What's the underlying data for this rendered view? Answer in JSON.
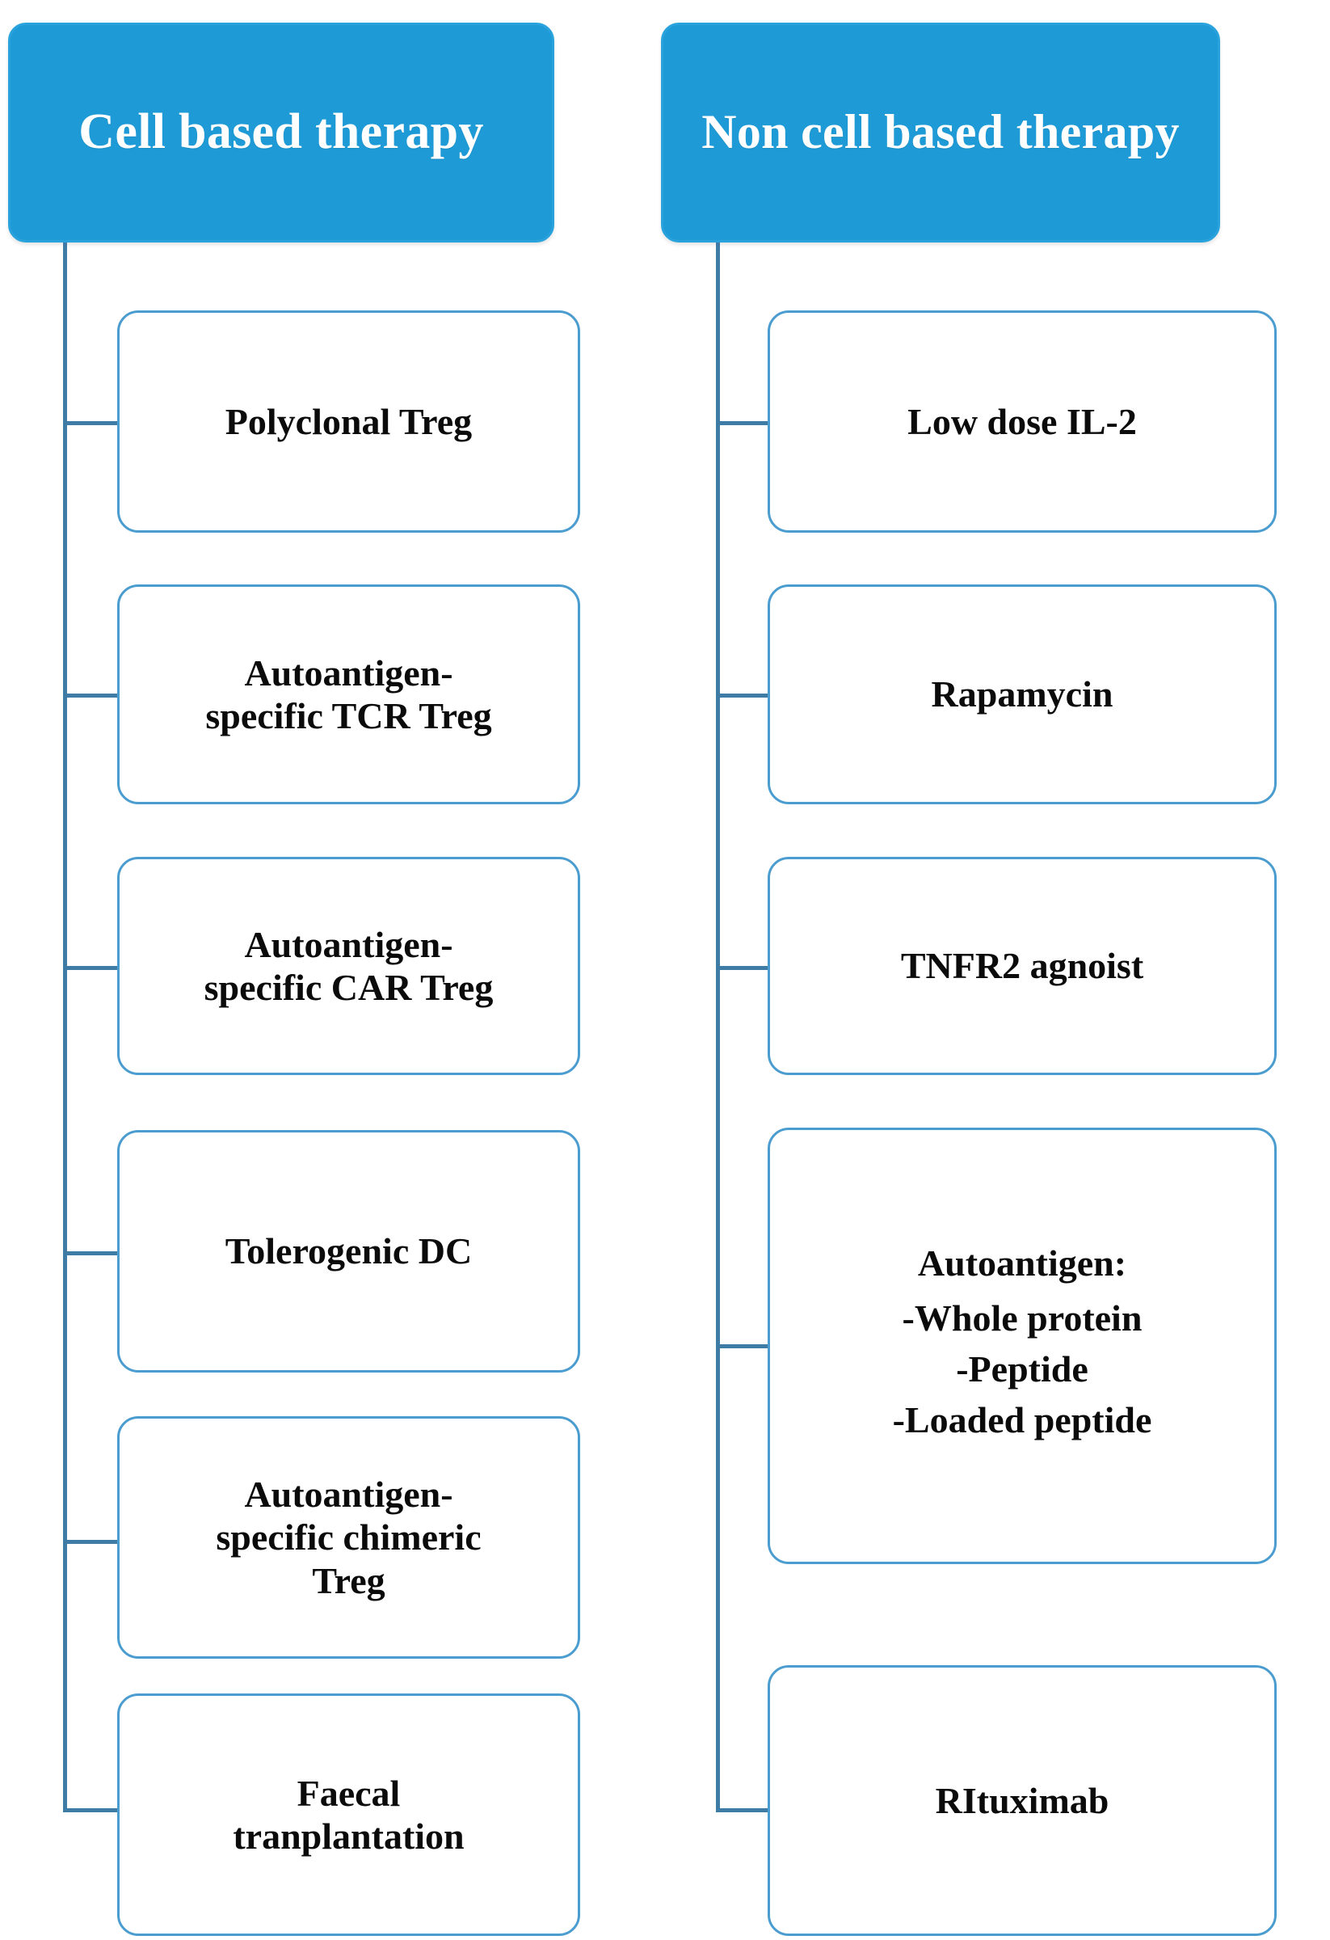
{
  "diagram": {
    "colors": {
      "root_fill": "#1E9BD7",
      "root_border": "#2AA3DC",
      "node_border": "#4B9CCF",
      "connector": "#3F7CA5",
      "node_fill": "#FFFFFF",
      "root_text": "#FFFFFF",
      "node_text": "#0B0B0B"
    },
    "columns": [
      {
        "id": "cell-based",
        "root_label": "Cell based therapy",
        "nodes": [
          {
            "label": "Polyclonal Treg"
          },
          {
            "label": "Autoantigen-\nspecific TCR Treg"
          },
          {
            "label": "Autoantigen-\nspecific CAR Treg"
          },
          {
            "label": "Tolerogenic DC"
          },
          {
            "label": "Autoantigen-\nspecific chimeric\nTreg"
          },
          {
            "label": "Faecal\ntranplantation"
          }
        ]
      },
      {
        "id": "non-cell-based",
        "root_label": "Non cell based therapy",
        "nodes": [
          {
            "label": "Low dose IL-2"
          },
          {
            "label": "Rapamycin"
          },
          {
            "label": "TNFR2 agnoist"
          },
          {
            "label": "Autoantigen:",
            "lines": [
              "Autoantigen:",
              "-Whole protein",
              "-Peptide",
              "-Loaded peptide"
            ]
          },
          {
            "label": "RItuximab"
          }
        ]
      }
    ]
  }
}
